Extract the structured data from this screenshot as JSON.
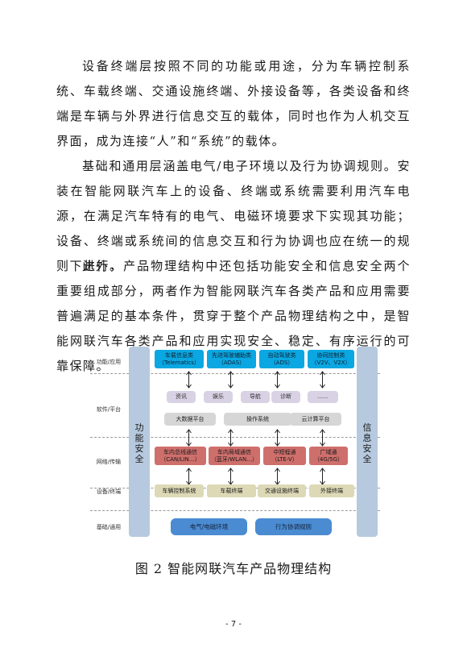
{
  "paragraphs": [
    "设备终端层按照不同的功能或用途，分为车辆控制系统、车载终端、交通设施终端、外接设备等，各类设备和终端是车辆与外界进行信息交互的载体，同时也作为人机交互界面，成为连接“人”和“系统”的载体。",
    "基础和通用层涵盖电气/电子环境以及行为协调规则。安装在智能网联汽车上的设备、终端或系统需要利用汽车电源，在满足汽车特有的电气、电磁环境要求下实现其功能；设备、终端或系统间的信息交互和行为协调也应在统一的规则下进行。",
    "此外，产品物理结构中还包括功能安全和信息安全两个重要组成部分，两者作为智能网联汽车各类产品和应用需要普遍满足的基本条件，贯穿于整个产品物理结构之中，是智能网联汽车各类产品和应用实现安全、稳定、有序运行的可靠保障。"
  ],
  "diagram": {
    "layers": [
      "功能/应用",
      "软件/平台",
      "网络/传输",
      "设备/终端",
      "基础/通用"
    ],
    "left_pillar": "功能安全",
    "right_pillar": "信息安全",
    "function_boxes": [
      {
        "line1": "车载信息类",
        "line2": "（Telematics）"
      },
      {
        "line1": "先进驾驶辅助类",
        "line2": "（ADAS）"
      },
      {
        "line1": "自动驾驶类",
        "line2": "（ADS）"
      },
      {
        "line1": "协同控制类",
        "line2": "（V2V、V2X）"
      }
    ],
    "software_boxes": [
      "资讯",
      "娱乐",
      "导航",
      "诊断",
      "……"
    ],
    "platform_boxes": [
      "大数据平台",
      "操作系统",
      "云计算平台"
    ],
    "network_boxes": [
      {
        "line1": "车内总线通信",
        "line2": "（CAN/LIN…）"
      },
      {
        "line1": "车内局域通信",
        "line2": "（蓝牙/WLAN…）"
      },
      {
        "line1": "中短程通",
        "line2": "（LTE-V）"
      },
      {
        "line1": "广域通",
        "line2": "（4G/5G）"
      }
    ],
    "device_boxes": [
      "车辆控制系统",
      "车载终端",
      "交通设施终端",
      "外接终端"
    ],
    "base_boxes": [
      "电气/电磁环境",
      "行为协调规则"
    ]
  },
  "caption": "图 2 智能网联汽车产品物理结构",
  "page_number": "- 7 -"
}
